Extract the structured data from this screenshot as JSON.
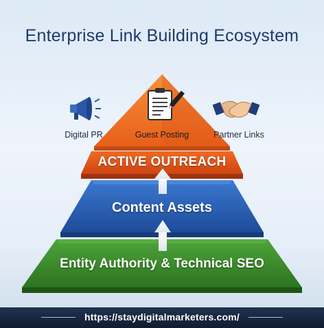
{
  "title": "Enterprise Link Building Ecosystem",
  "top_tier": {
    "left_item": {
      "label": "Digital PR",
      "icon": "megaphone-icon"
    },
    "center_item": {
      "label": "Guest Posting",
      "icon": "document-pen-icon"
    },
    "right_item": {
      "label": "Partner Links",
      "icon": "handshake-icon"
    }
  },
  "levels": {
    "outreach": {
      "label": "ACTIVE OUTREACH",
      "color": "#e0521f"
    },
    "content": {
      "label": "Content Assets",
      "color": "#2556a8"
    },
    "foundation": {
      "label": "Entity Authority & Technical SEO",
      "color": "#3a8a2a"
    }
  },
  "footer": {
    "url": "https://staydigitalmarketers.com/"
  }
}
